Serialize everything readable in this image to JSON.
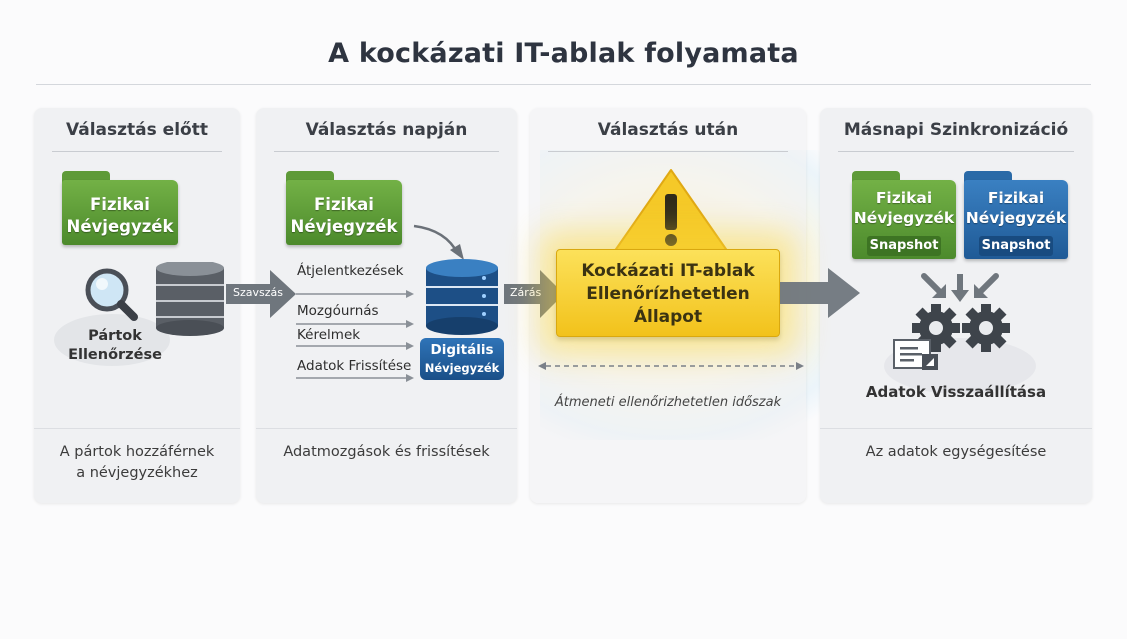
{
  "title": "A kockázati IT-ablak folyamata",
  "panels": [
    {
      "title": "Választás előtt",
      "footer_lines": [
        "A pártok hozzáférnek",
        "a névjegyzékhez"
      ]
    },
    {
      "title": "Választás napján",
      "footer_lines": [
        "Adatmozgások és frissítések"
      ]
    },
    {
      "title": "Választás után",
      "footer_lines": [
        "Átmeneti ellenőrizhetetlen időszak"
      ]
    },
    {
      "title": "Másnapi Szinkronizáció",
      "footer_lines": [
        "Az adatok egységesítése"
      ]
    }
  ],
  "p1": {
    "folder_lines": [
      "Fizikai",
      "Névjegyzék"
    ],
    "check_lines": [
      "Pártok",
      "Ellenőrzése"
    ]
  },
  "arrows": {
    "a1": "Szavszás",
    "a2": "Zárás"
  },
  "p2": {
    "folder_lines": [
      "Fizikai",
      "Névjegyzék"
    ],
    "flows": [
      "Átjelentkezések",
      "Mozgóurnás",
      "Kérelmek",
      "Adatok Frissítése"
    ],
    "digital_lines": [
      "Digitális",
      "Névjegyzék"
    ]
  },
  "p3": {
    "warning_lines": [
      "Kockázati IT-ablak",
      "Ellenőrízhetetlen",
      "Állapot"
    ]
  },
  "p4": {
    "folder_green": {
      "lines": [
        "Fizikai",
        "Névjegyzék"
      ],
      "snap": "Snapshot"
    },
    "folder_blue": {
      "lines": [
        "Fizikai",
        "Névjegyzék"
      ],
      "snap": "Snapshot"
    },
    "restore": "Adatok Visszaállítása"
  },
  "colors": {
    "green": "#5e9a38",
    "blue": "#1f5a96",
    "warning": "#f5c928",
    "arrow": "#6f767d"
  },
  "icons": [
    "folder-icon",
    "magnifier-icon",
    "database-icon",
    "warning-icon",
    "gear-icon",
    "document-icon"
  ]
}
